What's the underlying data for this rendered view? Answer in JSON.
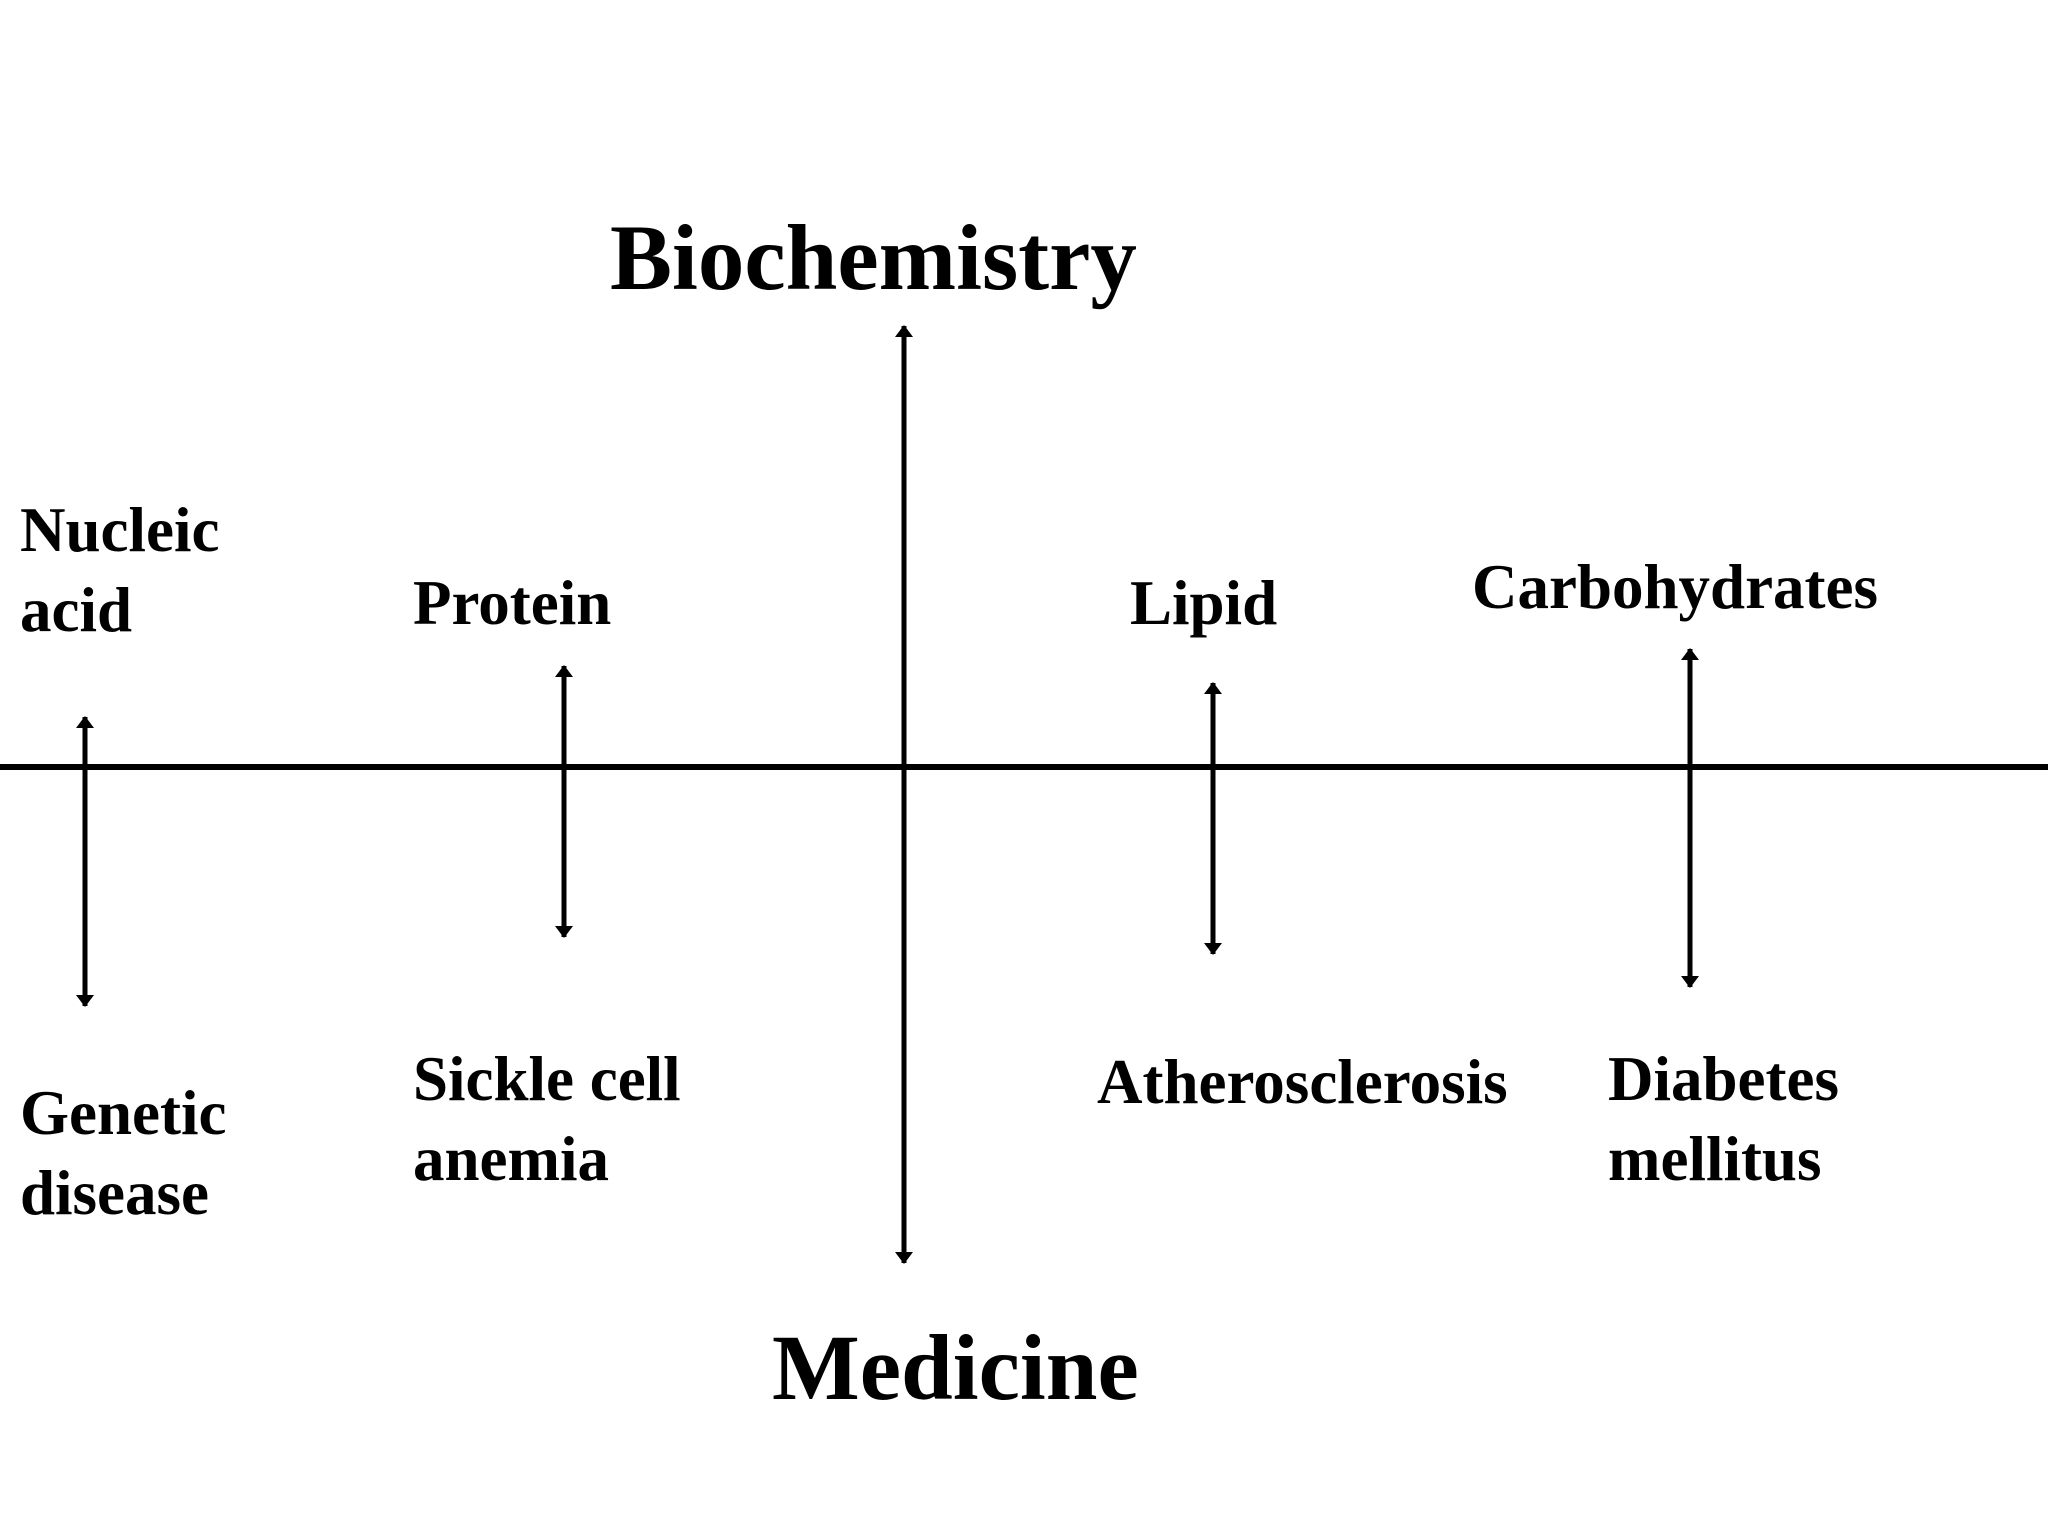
{
  "diagram": {
    "axis_top_label": "Biochemistry",
    "axis_bottom_label": "Medicine",
    "molecules": {
      "nucleic_acid": [
        "Nucleic",
        "acid"
      ],
      "protein": "Protein",
      "lipid": "Lipid",
      "carbohydrates": "Carbohydrates"
    },
    "diseases": {
      "genetic_disease": [
        "Genetic",
        "disease"
      ],
      "sickle_cell_anemia": [
        "Sickle cell",
        "anemia"
      ],
      "atherosclerosis": "Atherosclerosis",
      "diabetes_mellitus": [
        "Diabetes",
        "mellitus"
      ]
    },
    "line_color": "#000000",
    "background_color": "#ffffff"
  }
}
